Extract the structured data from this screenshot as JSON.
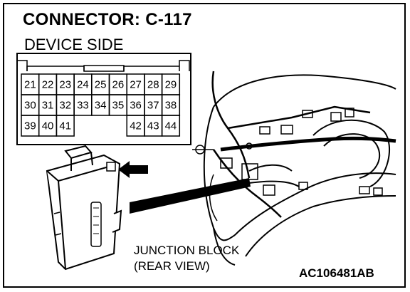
{
  "title": "CONNECTOR: C-117",
  "subtitle": "DEVICE SIDE",
  "connector": {
    "rows": [
      [
        "21",
        "22",
        "23",
        "24",
        "25",
        "26",
        "27",
        "28",
        "29"
      ],
      [
        "30",
        "31",
        "32",
        "33",
        "34",
        "35",
        "36",
        "37",
        "38"
      ],
      [
        "39",
        "40",
        "41",
        "",
        "",
        "",
        "42",
        "43",
        "44"
      ]
    ]
  },
  "caption": {
    "line1": "JUNCTION BLOCK",
    "line2": "(REAR VIEW)"
  },
  "figure_code": "AC106481AB",
  "icons": [
    "connector-face",
    "junction-block",
    "pointer-arrow",
    "wiring-harness",
    "dashboard-outline"
  ]
}
